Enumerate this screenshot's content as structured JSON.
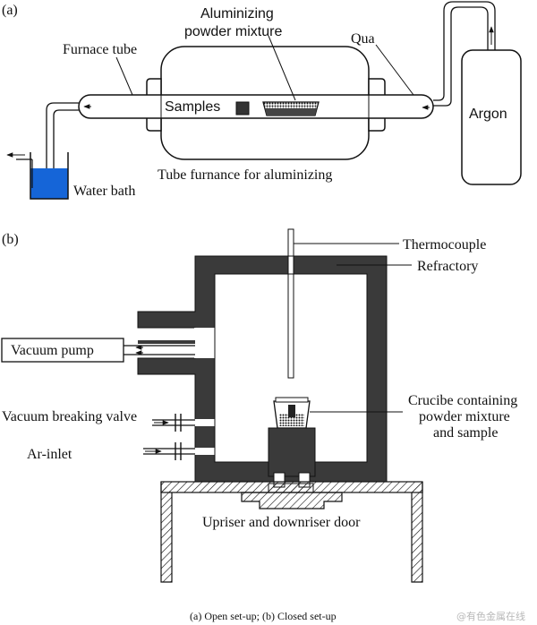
{
  "panel_a": {
    "tag": "(a)",
    "labels": {
      "aluminizing_line1": "Aluminizing",
      "aluminizing_line2": "powder mixture",
      "furnace_tube": "Furnace tube",
      "quartz": "Qua",
      "samples": "Samples",
      "argon": "Argon",
      "water_bath": "Water bath",
      "tube_furnace": "Tube furnance for aluminizing"
    }
  },
  "panel_b": {
    "tag": "(b)",
    "labels": {
      "thermocouple": "Thermocouple",
      "refractory": "Refractory",
      "vacuum_pump": "Vacuum pump",
      "crucible_line1": "Crucibe containing",
      "crucible_line2": "powder mixture",
      "crucible_line3": "and sample",
      "vacuum_valve": "Vacuum breaking valve",
      "ar_inlet": "Ar-inlet",
      "upriser": "Upriser and downriser door"
    }
  },
  "caption": "(a) Open set-up; (b) Closed set-up",
  "watermark": "@有色金属在线",
  "colors": {
    "water": "#1565d8",
    "refractory": "#3a3a3a",
    "line": "#111111",
    "background": "#ffffff"
  }
}
